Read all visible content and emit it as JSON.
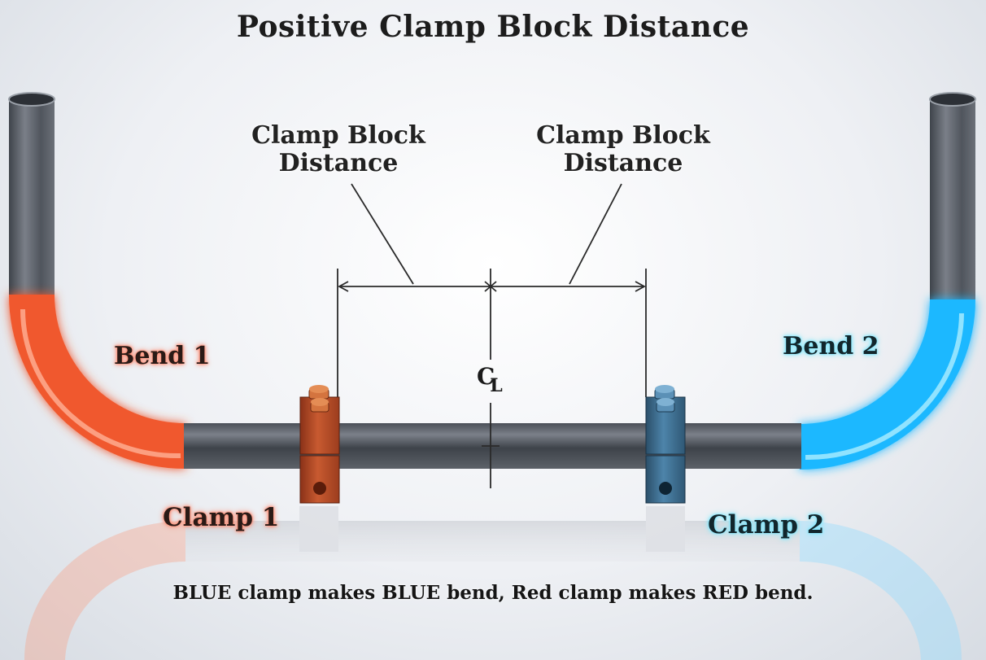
{
  "title": "Positive Clamp Block Distance",
  "dimension_labels": {
    "left": [
      "Clamp Block",
      "Distance"
    ],
    "right": [
      "Clamp Block",
      "Distance"
    ]
  },
  "centerline_symbol": {
    "main": "C",
    "sub": "L"
  },
  "bends": {
    "bend1": "Bend 1",
    "bend2": "Bend 2"
  },
  "clamps": {
    "clamp1": "Clamp 1",
    "clamp2": "Clamp 2"
  },
  "caption": "BLUE clamp makes BLUE bend, Red clamp makes RED bend.",
  "colors": {
    "red_bend": "#f0582e",
    "blue_bend": "#1fb8ff",
    "red_clamp": "#c2502a",
    "blue_clamp": "#3d6f91",
    "tube": "#5f646c"
  }
}
